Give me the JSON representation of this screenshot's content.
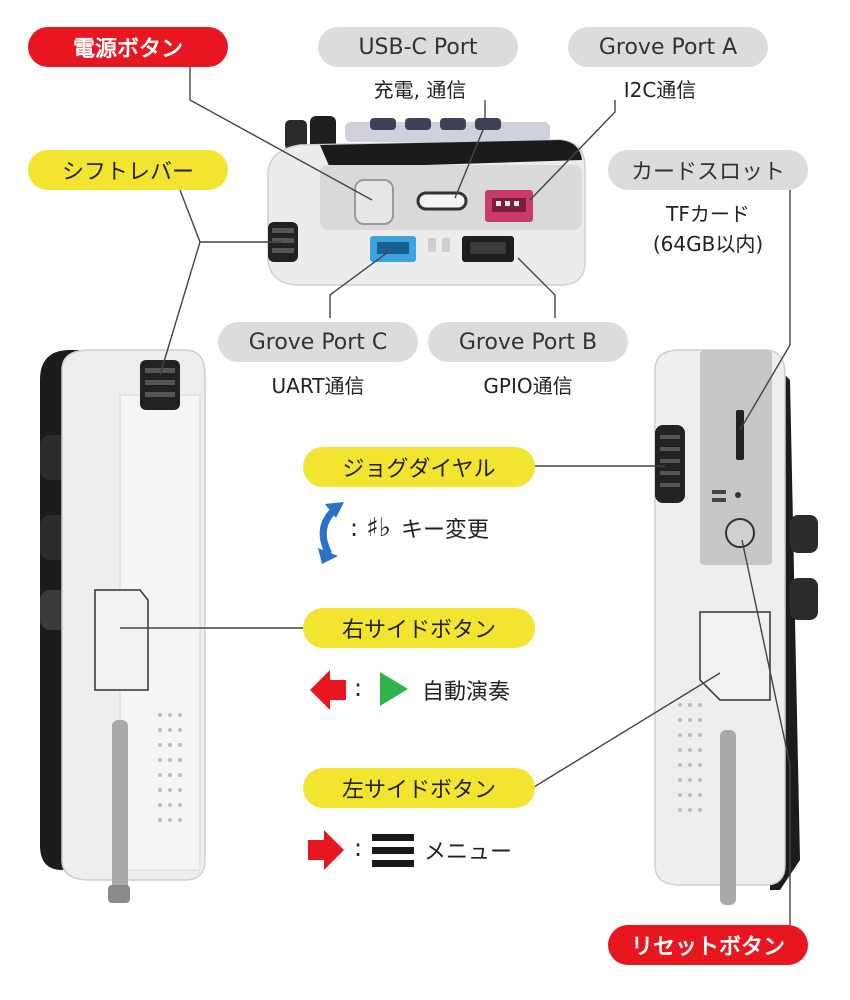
{
  "labels": {
    "power_button": "電源ボタン",
    "usbc_port": "USB-C Port",
    "usbc_desc": "充電, 通信",
    "grove_a": "Grove Port A",
    "grove_a_desc": "I2C通信",
    "shift_lever": "シフトレバー",
    "card_slot": "カードスロット",
    "card_desc_1": "TFカード",
    "card_desc_2": "(64GB以内)",
    "grove_c": "Grove Port C",
    "grove_c_desc": "UART通信",
    "grove_b": "Grove Port B",
    "grove_b_desc": "GPIO通信",
    "jog_dial": "ジョグダイヤル",
    "jog_desc": "キー変更",
    "jog_sharp_flat": "♯♭",
    "right_side_button": "右サイドボタン",
    "right_desc": "自動演奏",
    "left_side_button": "左サイドボタン",
    "left_desc": "メニュー",
    "reset_button": "リセットボタン"
  },
  "colors": {
    "red_label": "#e8161e",
    "yellow_label": "#f3e52f",
    "gray_label": "#dcdcdc",
    "arrow_red": "#e8161e",
    "arrow_blue": "#2a72c7",
    "play_green": "#2fb24a",
    "grove_blue": "#3aa3e0",
    "grove_pink": "#c93a6a"
  },
  "icons": {
    "jog": "rotate-arrows-icon",
    "right_arrow": "left-arrow-icon",
    "play": "play-icon",
    "left_arrow": "right-arrow-icon",
    "menu": "hamburger-menu-icon"
  }
}
